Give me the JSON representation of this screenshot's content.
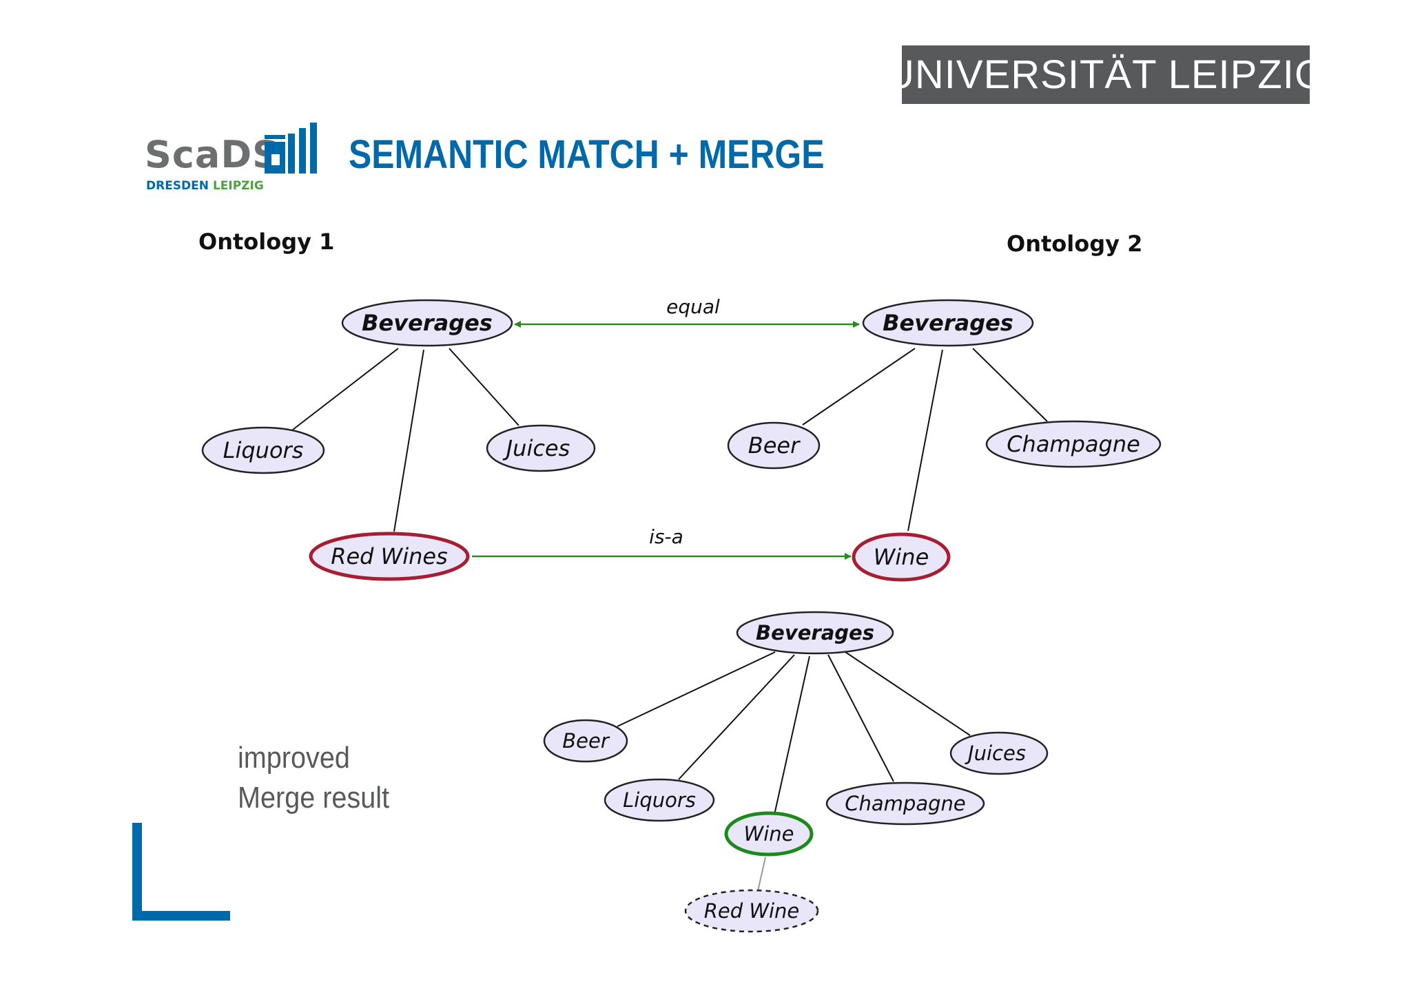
{
  "header": {
    "university": "UNIVERSITÄT LEIPZIG",
    "logo": {
      "name": "ScaDS",
      "city_1": "DRESDEN",
      "city_2": "LEIPZIG"
    },
    "title": "SEMANTIC MATCH + MERGE"
  },
  "ontology_1": {
    "heading": "Ontology 1",
    "root": "Beverages",
    "children": [
      "Liquors",
      "Juices",
      "Red Wines"
    ]
  },
  "ontology_2": {
    "heading": "Ontology 2",
    "root": "Beverages",
    "children": [
      "Beer",
      "Champagne",
      "Wine"
    ]
  },
  "mappings": [
    {
      "from": "Beverages",
      "to": "Beverages",
      "label": "equal"
    },
    {
      "from": "Red Wines",
      "to": "Wine",
      "label": "is-a"
    }
  ],
  "merged": {
    "root": "Beverages",
    "children": [
      "Beer",
      "Liquors",
      "Wine",
      "Champagne",
      "Juices"
    ],
    "grandchild": "Red Wine",
    "note_line_1": "improved",
    "note_line_2": "Merge result"
  },
  "colors": {
    "brand_blue": "#0069aa",
    "brand_green": "#4aa23b",
    "node_fill": "#e8e6f8",
    "highlight_red": "#a51e32",
    "highlight_green": "#1a8a1a",
    "mapping_arrow": "#2a8a1a"
  }
}
